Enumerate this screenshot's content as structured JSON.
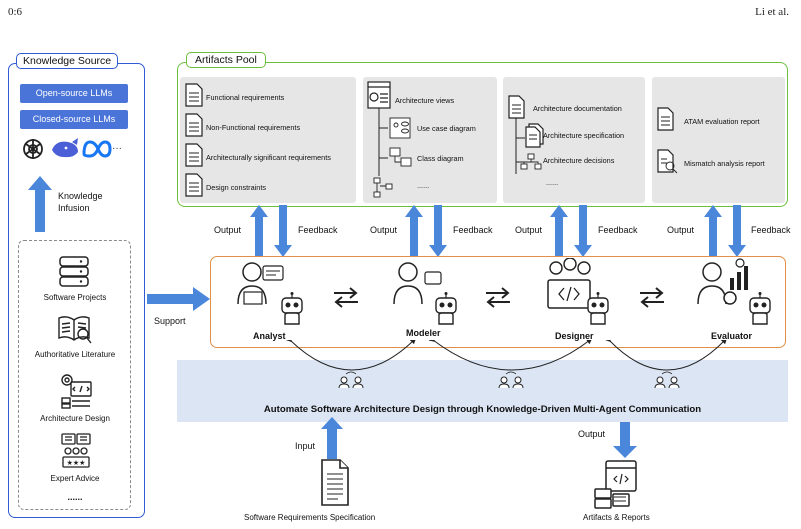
{
  "header": {
    "left": "0:6",
    "right": "Li et al."
  },
  "knowledge_source": {
    "title": "Knowledge Source",
    "llms": [
      "Open-source LLMs",
      "Closed-source LLMs"
    ],
    "llm_logo_more": "···",
    "infusion_label": "Knowledge\nInfusion",
    "sources": [
      "Software Projects",
      "Authoritative Literature",
      "Architecture Design",
      "Expert Advice"
    ],
    "more": "......"
  },
  "support_label": "Support",
  "artifacts_pool": {
    "title": "Artifacts Pool",
    "col1": [
      "Functional requirements",
      "Non-Functional requirements",
      "Architecturally significant requirements",
      "Design constraints"
    ],
    "col2": {
      "head": "Architecture views",
      "items": [
        "Use case diagram",
        "Class diagram",
        "......"
      ]
    },
    "col3": {
      "head": "Architecture documentation",
      "items": [
        "Architecture specification",
        "Architecture decisions",
        "......"
      ]
    },
    "col4": [
      "ATAM evaluation report",
      "Mismatch analysis report"
    ]
  },
  "flow": {
    "output": "Output",
    "feedback": "Feedback",
    "input": "Input"
  },
  "agents": [
    "Analyst",
    "Modeler",
    "Designer",
    "Evaluator"
  ],
  "band_title": "Automate Software Architecture Design through Knowledge-Driven Multi-Agent Communication",
  "bottom": {
    "srs": "Software Requirements Specification",
    "artifacts": "Artifacts & Reports"
  },
  "colors": {
    "blue": "#2f5bd3",
    "green": "#6cbf3c",
    "orange": "#e0904a",
    "arrow": "#4a86d9",
    "band": "#dbe5f4"
  }
}
